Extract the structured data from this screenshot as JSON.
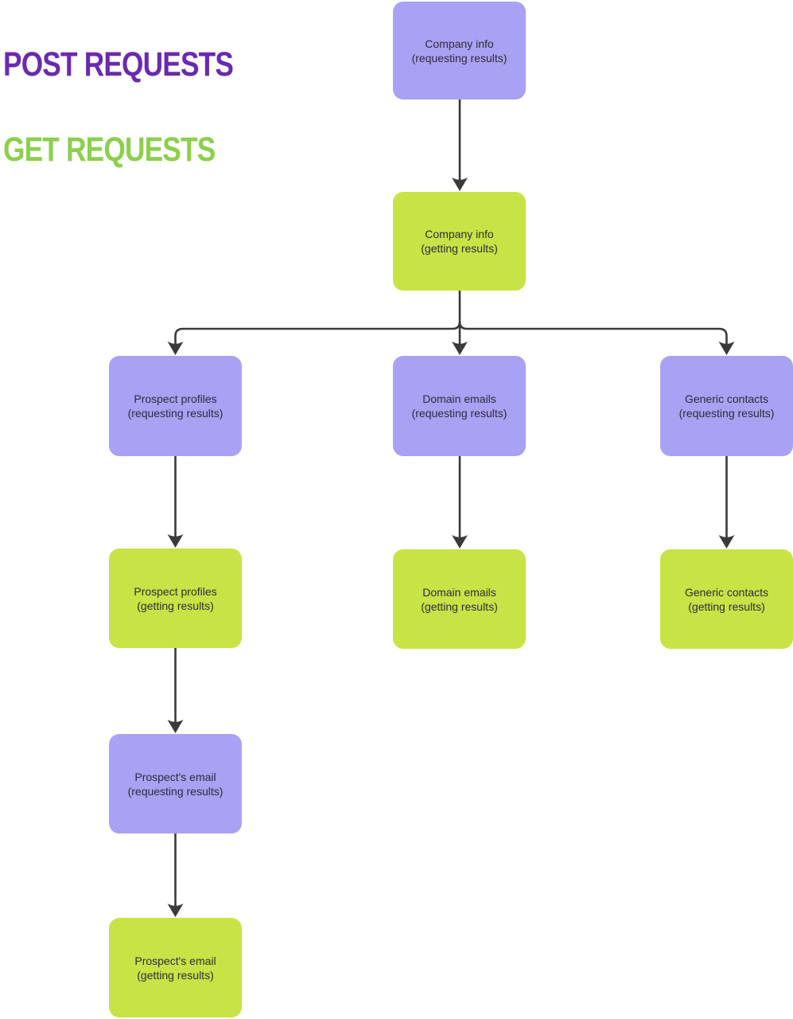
{
  "legend": {
    "post_title": "POST REQUESTS",
    "get_title": "GET REQUESTS"
  },
  "colors": {
    "post_title_text": "#6a2ab0",
    "get_title_text": "#8ccf4e",
    "post_node_fill": "#a9a1f3",
    "get_node_fill": "#c8e345",
    "node_text": "#2d2a38",
    "connector": "#3a3a3a",
    "background": "#ffffff"
  },
  "nodes": [
    {
      "id": "company-info-requesting",
      "type": "post",
      "line1": "Company info",
      "line2": "(requesting results)"
    },
    {
      "id": "company-info-getting",
      "type": "get",
      "line1": "Company info",
      "line2": "(getting results)"
    },
    {
      "id": "prospect-profiles-requesting",
      "type": "post",
      "line1": "Prospect profiles",
      "line2": "(requesting results)"
    },
    {
      "id": "domain-emails-requesting",
      "type": "post",
      "line1": "Domain emails",
      "line2": "(requesting results)"
    },
    {
      "id": "generic-contacts-requesting",
      "type": "post",
      "line1": "Generic contacts",
      "line2": "(requesting results)"
    },
    {
      "id": "prospect-profiles-getting",
      "type": "get",
      "line1": "Prospect profiles",
      "line2": "(getting results)"
    },
    {
      "id": "domain-emails-getting",
      "type": "get",
      "line1": "Domain emails",
      "line2": "(getting results)"
    },
    {
      "id": "generic-contacts-getting",
      "type": "get",
      "line1": "Generic contacts",
      "line2": "(getting results)"
    },
    {
      "id": "prospects-email-requesting",
      "type": "post",
      "line1": "Prospect's email",
      "line2": "(requesting results)"
    },
    {
      "id": "prospects-email-getting",
      "type": "get",
      "line1": "Prospect's email",
      "line2": "(getting results)"
    }
  ],
  "edges": [
    {
      "from": "company-info-requesting",
      "to": "company-info-getting"
    },
    {
      "from": "company-info-getting",
      "to": "prospect-profiles-requesting"
    },
    {
      "from": "company-info-getting",
      "to": "domain-emails-requesting"
    },
    {
      "from": "company-info-getting",
      "to": "generic-contacts-requesting"
    },
    {
      "from": "prospect-profiles-requesting",
      "to": "prospect-profiles-getting"
    },
    {
      "from": "domain-emails-requesting",
      "to": "domain-emails-getting"
    },
    {
      "from": "generic-contacts-requesting",
      "to": "generic-contacts-getting"
    },
    {
      "from": "prospect-profiles-getting",
      "to": "prospects-email-requesting"
    },
    {
      "from": "prospects-email-requesting",
      "to": "prospects-email-getting"
    }
  ]
}
